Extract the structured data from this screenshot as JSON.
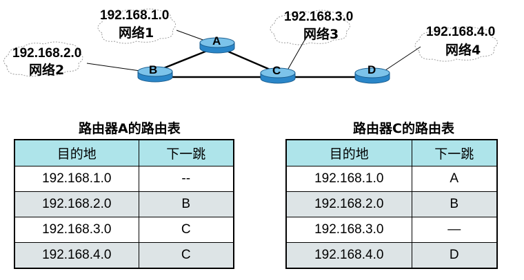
{
  "colors": {
    "router_body": "#2a86c8",
    "router_top": "#7cc3ea",
    "table_header": "#aee4ea",
    "table_row_alt": "#dde4e6"
  },
  "networks": [
    {
      "id": "net1",
      "ip": "192.168.1.0",
      "name": "网络1"
    },
    {
      "id": "net2",
      "ip": "192.168.2.0",
      "name": "网络2"
    },
    {
      "id": "net3",
      "ip": "192.168.3.0",
      "name": "网络3"
    },
    {
      "id": "net4",
      "ip": "192.168.4.0",
      "name": "网络4"
    }
  ],
  "routers": [
    {
      "id": "A",
      "label": "A"
    },
    {
      "id": "B",
      "label": "B"
    },
    {
      "id": "C",
      "label": "C"
    },
    {
      "id": "D",
      "label": "D"
    }
  ],
  "links": [
    [
      "A",
      "B"
    ],
    [
      "A",
      "C"
    ],
    [
      "B",
      "C"
    ],
    [
      "C",
      "D"
    ]
  ],
  "table_a": {
    "title": "路由器A的路由表",
    "headers": [
      "目的地",
      "下一跳"
    ],
    "rows": [
      [
        "192.168.1.0",
        "--"
      ],
      [
        "192.168.2.0",
        "B"
      ],
      [
        "192.168.3.0",
        "C"
      ],
      [
        "192.168.4.0",
        "C"
      ]
    ]
  },
  "table_c": {
    "title": "路由器C的路由表",
    "headers": [
      "目的地",
      "下一跳"
    ],
    "rows": [
      [
        "192.168.1.0",
        "A"
      ],
      [
        "192.168.2.0",
        "B"
      ],
      [
        "192.168.3.0",
        "—"
      ],
      [
        "192.168.4.0",
        "D"
      ]
    ]
  }
}
